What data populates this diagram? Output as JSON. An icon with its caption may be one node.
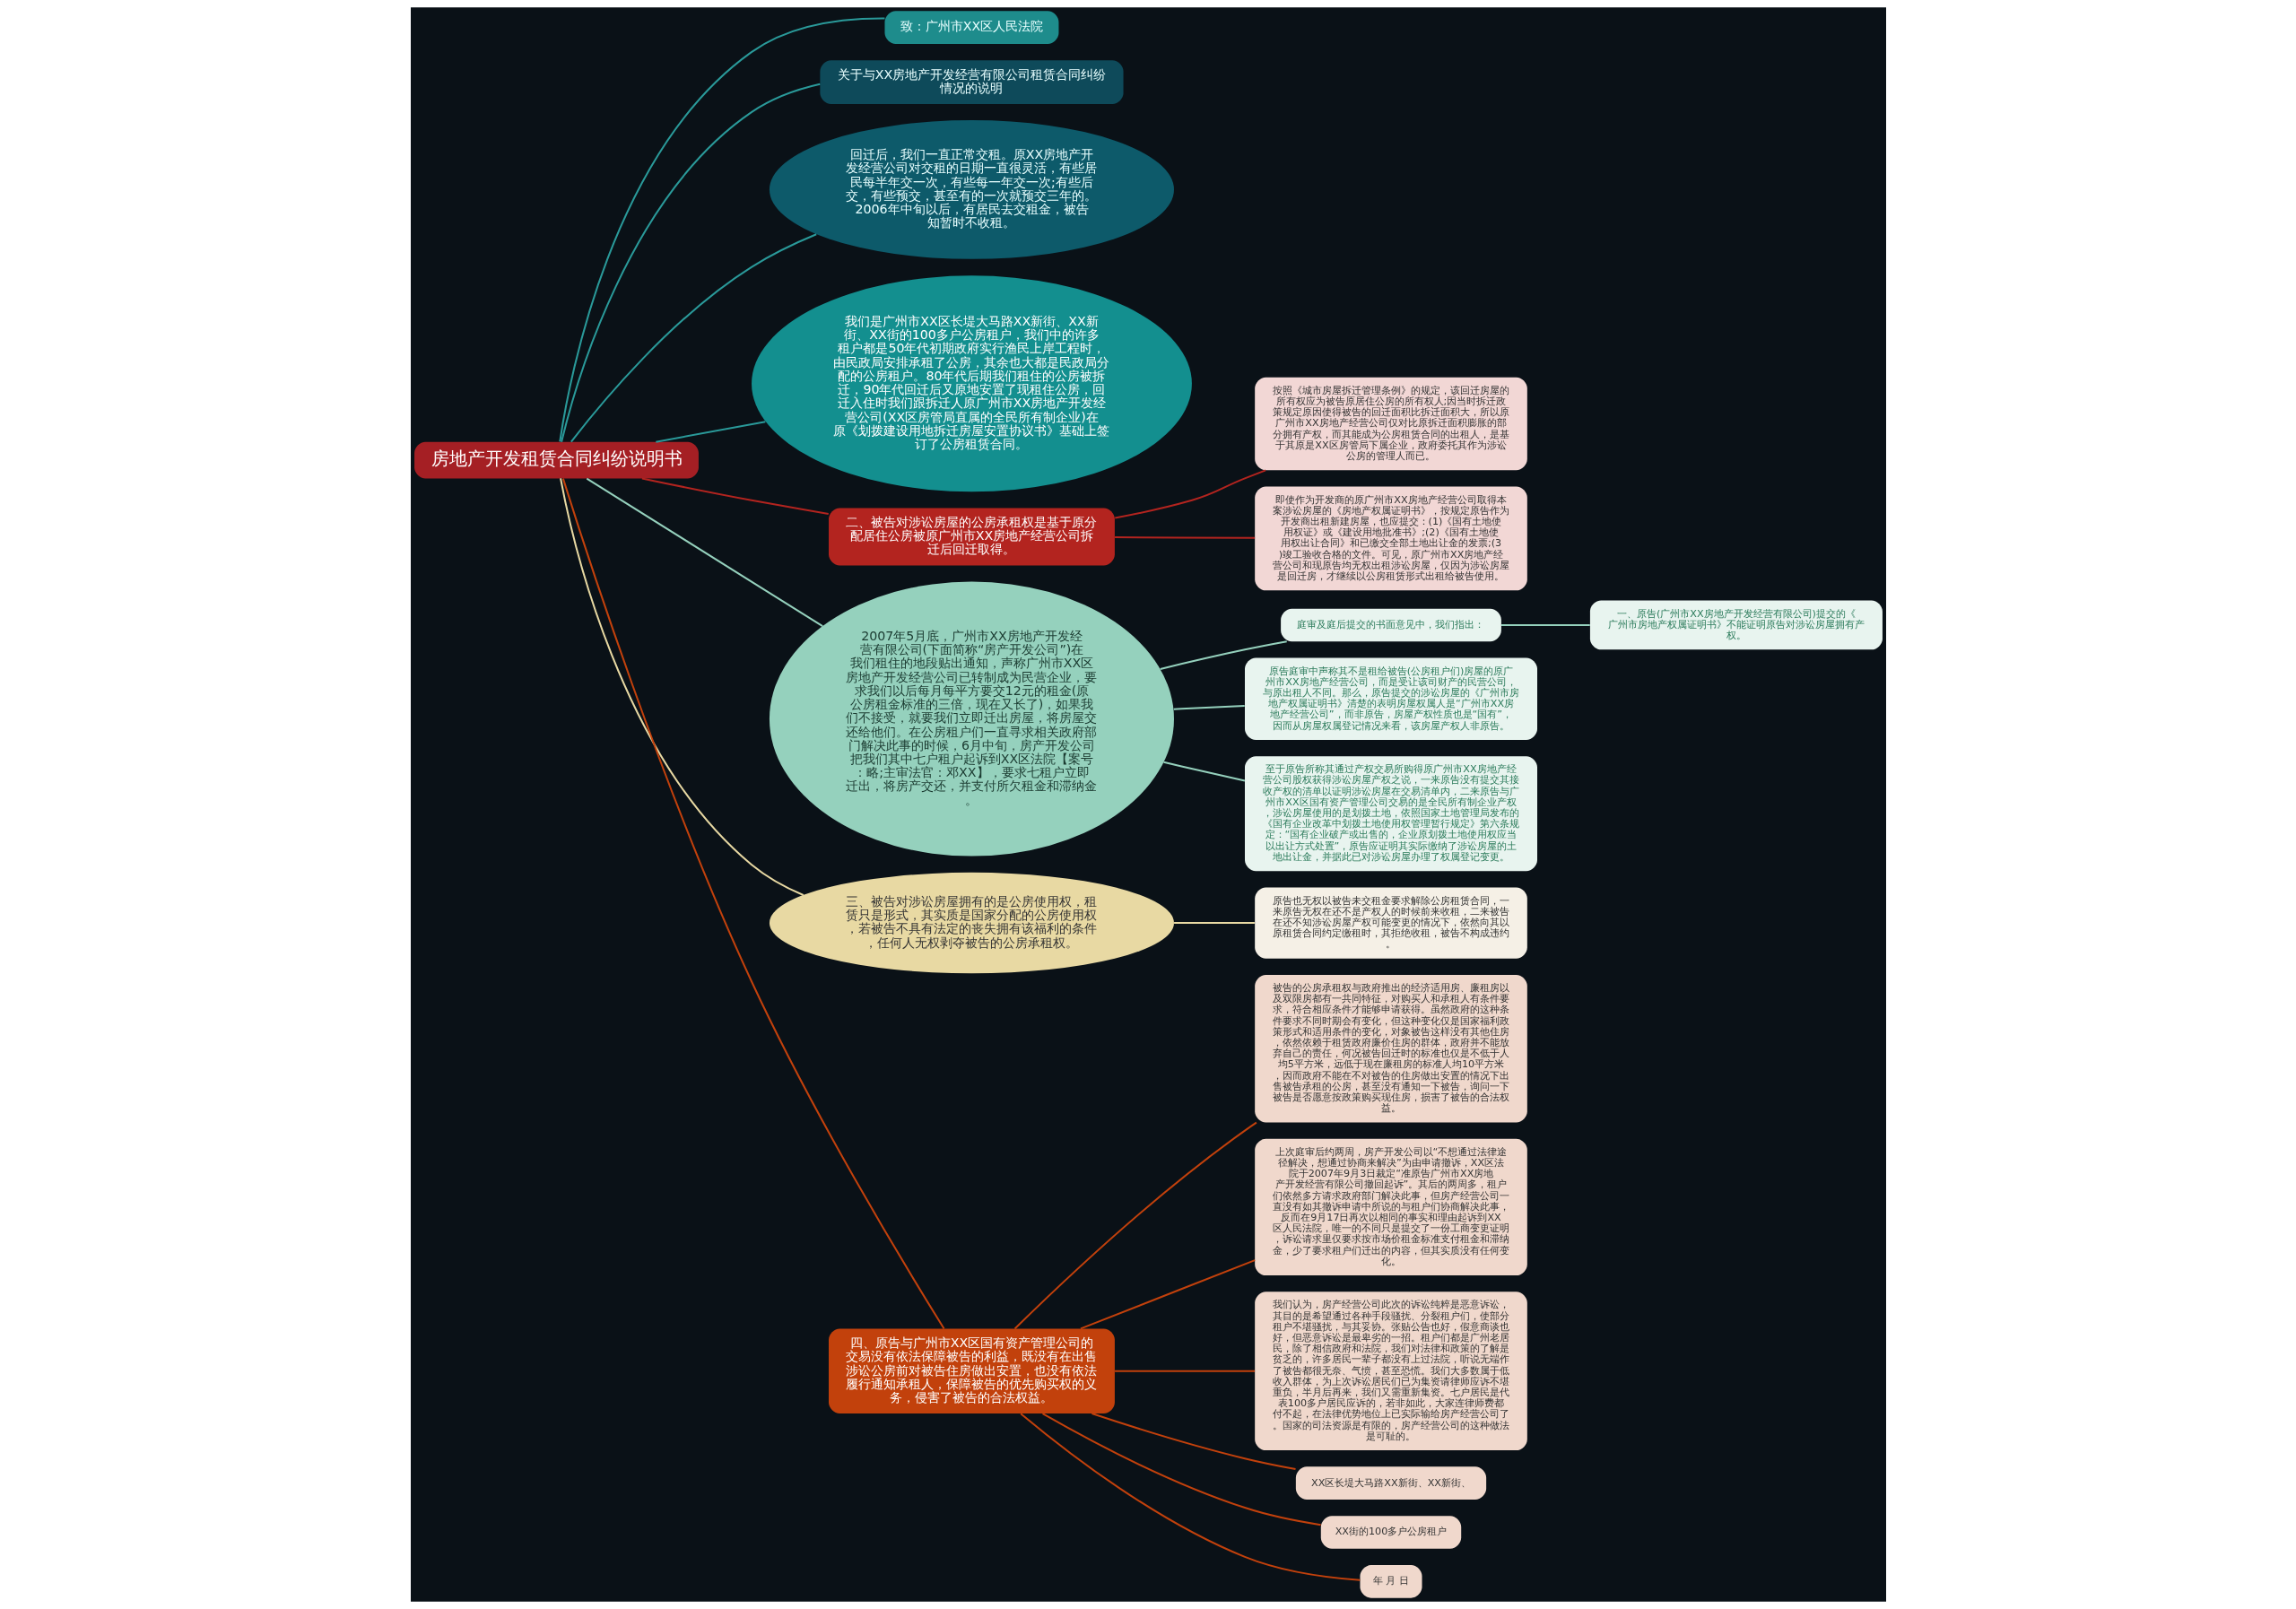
{
  "diagram": {
    "nodes": [
      {
        "text": [
          "房地产开发租赁合同纠纷说明书"
        ]
      },
      {
        "text": [
          "致：广州市XX区人民法院"
        ]
      },
      {
        "text": [
          "关于与XX房地产开发经营有限公司租赁合同纠纷情况的说明"
        ]
      },
      {
        "text": [
          "回迁后，我们一直正常交租。原XX房地产开发经营公司对交租的日期一直很灵活，有些居民每半年交一次，有些每一年交一次;有些后交，有些预交，甚至有的一次就预交三年的。2006年中旬以后，有居民去交租金，被告知暂时不收租。"
        ]
      },
      {
        "text": [
          "我们是广州市XX区长堤大马路XX新街、XX新街、XX街的100多户公房租户，我们中的许多租户都是50年代初期政府实行渔民上岸工程时，由民政局安排承租了公房，其余也大都是民政局分配的公房租户。80年代后期我们租住的公房被拆迁，90年代回迁后又原地安置了现租住公房，回迁入住时我们跟拆迁人原广州市XX房地产开发经营公司(XX区房管局直属的全民所有制企业)在原《划拨建设用地拆迁房屋安置协议书》基础上签订了公房租赁合同。"
        ]
      },
      {
        "text": [
          "二、被告对涉讼房屋的公房承租权是基于原分配居住公房被原广州市XX房地产经营公司拆迁后回迁取得。"
        ]
      },
      {
        "text": [
          "按照《城市房屋拆迁管理条例》的规定，该回迁房屋的所有权应为被告原居住公房的所有权人;因当时拆迁政策规定原因使得被告的回迁面积比拆迁面积大，所以原广州市XX房地产经营公司仅对比原拆迁面积膨胀的部分拥有产权，而其能成为公房租赁合同的出租人，是基于其原是XX区房管局下属企业，政府委托其作为涉讼公房的管理人而已。"
        ]
      },
      {
        "text": [
          "即使作为开发商的原广州市XX房地产经营公司取得本案涉讼房屋的《房地产权属证明书》，按规定原告作为开发商出租新建房屋，也应提交：(1)《国有土地使用权证》或《建设用地批准书》;(2)《国有土地使用权出让合同》和已缴交全部土地出让金的发票;(3)竣工验收合格的文件。可见，原广州市XX房地产经营公司和现原告均无权出租涉讼房屋，仅因为涉讼房屋是回迁房，才继续以公房租赁形式出租给被告使用。"
        ]
      },
      {
        "text": [
          "2007年5月底，广州市XX房地产开发经营有限公司(下面简称“房产开发公司”)在我们租住的地段贴出通知，声称广州市XX区房地产开发经营公司已转制成为民营企业，要求我们以后每月每平方要交12元的租金(原公房租金标准的三倍，现在又长了)，如果我们不接受，就要我们立即迁出房屋，将房屋交还给他们。在公房租户们一直寻求相关政府部门解决此事的时候，6月中旬，房产开发公司把我们其中七户租户起诉到XX区法院【案号：略;主审法官：邓XX】，要求七租户立即迁出，将房产交还，并支付所欠租金和滞纳金。"
        ]
      },
      {
        "text": [
          "庭审及庭后提交的书面意见中，我们指出："
        ]
      },
      {
        "text": [
          "一、原告(广州市XX房地产开发经营有限公司)提交的《广州市房地产权属证明书》不能证明原告对涉讼房屋拥有产权。"
        ]
      },
      {
        "text": [
          "原告庭审中声称其不是租给被告(公房租户们)房屋的原广州市XX房地产经营公司，而是受让该司财产的民营公司，与原出租人不同。那么，原告提交的涉讼房屋的《广州市房地产权属证明书》清楚的表明房屋权属人是“广州市XX房地产经营公司”，而非原告，房屋产权性质也是“国有”，因而从房屋权属登记情况来看，该房屋产权人非原告。"
        ]
      },
      {
        "text": [
          "至于原告所称其通过产权交易所购得原广州市XX房地产经营公司股权获得涉讼房屋产权之说，一来原告没有提交其接收产权的清单以证明涉讼房屋在交易清单内，二来原告与广州市XX区国有资产管理公司交易的是全民所有制企业产权，涉讼房屋使用的是划拨土地，依照国家土地管理局发布的《国有企业改革中划拨土地使用权管理暂行规定》第六条规定：“国有企业破产或出售的，企业原划拨土地使用权应当以出让方式处置”，原告应证明其实际缴纳了涉讼房屋的土地出让金，并据此已对涉讼房屋办理了权属登记变更。"
        ]
      },
      {
        "text": [
          "三、被告对涉讼房屋拥有的是公房使用权，租赁只是形式，其实质是国家分配的公房使用权，若被告不具有法定的丧失拥有该福利的条件，任何人无权剥夺被告的公房承租权。"
        ]
      },
      {
        "text": [
          "原告也无权以被告未交租金要求解除公房租赁合同，一来原告无权在还不是产权人的时候前来收租，二来被告在还不知涉讼房屋产权可能变更的情况下，依然向其以原租赁合同约定缴租时，其拒绝收租，被告不构成违约。"
        ]
      },
      {
        "text": [
          "四、原告与广州市XX区国有资产管理公司的交易没有依法保障被告的利益，既没有在出售涉讼公房前对被告住房做出安置，也没有依法履行通知承租人，保障被告的优先购买权的义务，侵害了被告的合法权益。"
        ]
      },
      {
        "text": [
          "被告的公房承租权与政府推出的经济适用房、廉租房以及双限房都有一共同特征，对购买人和承租人有条件要求，符合相应条件才能够申请获得。虽然政府的这种条件要求不同时期会有变化，但这种变化仅是国家福利政策形式和适用条件的变化，对象被告这样没有其他住房，依然依赖于租赁政府廉价住房的群体，政府并不能放弃自己的责任，何况被告回迁时的标准也仅是不低于人均5平方米，远低于现在廉租房的标准人均10平方米，因而政府不能在不对被告的住房做出安置的情况下出售被告承租的公房，甚至没有通知一下被告，询问一下被告是否愿意按政策购买现住房，损害了被告的合法权益。"
        ]
      },
      {
        "text": [
          "上次庭审后约两周，房产开发公司以“不想通过法律途径解决，想通过协商来解决”为由申请撤诉，XX区法院于2007年9月3日裁定“准原告广州市XX房地产开发经营有限公司撤回起诉”。其后的两周多，租户们依然多方请求政府部门解决此事，但房产经营公司一直没有如其撤诉申请中所说的与租户们协商解决此事，反而在9月17日再次以相同的事实和理由起诉到XX区人民法院，唯一的不同只是提交了一份工商变更证明，诉讼请求里仅要求按市场价租金标准支付租金和滞纳金，少了要求租户们迁出的内容，但其实质没有任何变化。"
        ]
      },
      {
        "text": [
          "我们认为，房产经营公司此次的诉讼纯粹是恶意诉讼，其目的是希望通过各种手段骚扰、分裂租户们，使部分租户不堪骚扰，与其妥协。张贴公告也好，假意商谈也好，但恶意诉讼是最卑劣的一招。租户们都是广州老居民，除了相信政府和法院，我们对法律和政策的了解是贫乏的，许多居民一辈子都没有上过法院，听说无端作了被告都很无奈、气愤，甚至恐慌。我们大多数属于低收入群体，为上次诉讼居民们已为集资请律师应诉不堪重负，半月后再来，我们又需重新集资。七户居民是代表100多户居民应诉的，若非如此，大家连律师费都付不起，在法律优势地位上已实际输给房产经营公司了。国家的司法资源是有限的，房产经营公司的这种做法是可耻的。"
        ]
      },
      {
        "text": [
          "XX区长堤大马路XX新街、XX新街、"
        ]
      },
      {
        "text": [
          "XX街的100多户公房租户"
        ]
      },
      {
        "text": [
          "年 月 日"
        ]
      }
    ],
    "edges": [
      {
        "from": 0,
        "to": 1,
        "arrow": "none",
        "color": "#2a9a9a"
      },
      {
        "from": 0,
        "to": 2,
        "arrow": "none",
        "color": "#2a9a9a"
      },
      {
        "from": 0,
        "to": 3,
        "arrow": "none",
        "color": "#2a9a9a"
      },
      {
        "from": 0,
        "to": 4,
        "arrow": "none",
        "color": "#2a9a9a"
      },
      {
        "from": 0,
        "to": 5,
        "arrow": "none",
        "color": "#b3241f"
      },
      {
        "from": 5,
        "to": 6,
        "arrow": "none",
        "color": "#b3241f"
      },
      {
        "from": 5,
        "to": 7,
        "arrow": "none",
        "color": "#b3241f"
      },
      {
        "from": 0,
        "to": 8,
        "arrow": "none",
        "color": "#95d1bd"
      },
      {
        "from": 8,
        "to": 9,
        "arrow": "none",
        "color": "#95d1bd"
      },
      {
        "from": 9,
        "to": 10,
        "arrow": "none",
        "color": "#95d1bd"
      },
      {
        "from": 8,
        "to": 11,
        "arrow": "none",
        "color": "#95d1bd"
      },
      {
        "from": 8,
        "to": 12,
        "arrow": "none",
        "color": "#95d1bd"
      },
      {
        "from": 0,
        "to": 13,
        "arrow": "none",
        "color": "#e8d9a3"
      },
      {
        "from": 13,
        "to": 14,
        "arrow": "none",
        "color": "#e8d9a3"
      },
      {
        "from": 0,
        "to": 15,
        "arrow": "none"
      },
      {
        "from": 15,
        "to": 16,
        "arrow": "none"
      },
      {
        "from": 15,
        "to": 17,
        "arrow": "none"
      },
      {
        "from": 15,
        "to": 18,
        "arrow": "none"
      },
      {
        "from": 15,
        "to": 19,
        "arrow": "none"
      },
      {
        "from": 15,
        "to": 20,
        "arrow": "none"
      },
      {
        "from": 15,
        "to": 21,
        "arrow": "none"
      }
    ]
  }
}
